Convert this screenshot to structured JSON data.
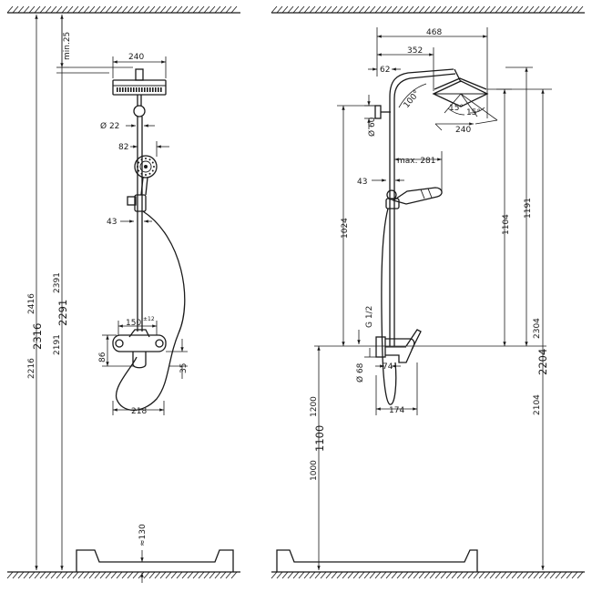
{
  "front_view": {
    "min_25": "min.25",
    "d240": "240",
    "d22": "Ø 22",
    "d82": "82",
    "d43": "43",
    "d150": "150",
    "d150_tol": "±12",
    "d86": "86",
    "d35": "35",
    "d218": "218",
    "d2216": "2216",
    "d2316": "2316",
    "d2416": "2416",
    "d2191": "2191",
    "d2291": "2291",
    "d2391": "2391",
    "d130": "≈130"
  },
  "side_view": {
    "d468": "468",
    "d352": "352",
    "d62": "62",
    "d100deg": "100°",
    "d15a": "15°",
    "d15b": "15°",
    "d240": "240",
    "d60": "Ø 60",
    "max281": "max. 281",
    "d43": "43",
    "d1024": "1024",
    "g12": "G 1/2",
    "d68": "Ø 68",
    "d74": "74",
    "d174": "174",
    "d1104": "1104",
    "d1191": "1191",
    "d2304": "2304",
    "d2204": "2204",
    "d2104": "2104",
    "d1000": "1000",
    "d1100": "1100",
    "d1200": "1200"
  }
}
